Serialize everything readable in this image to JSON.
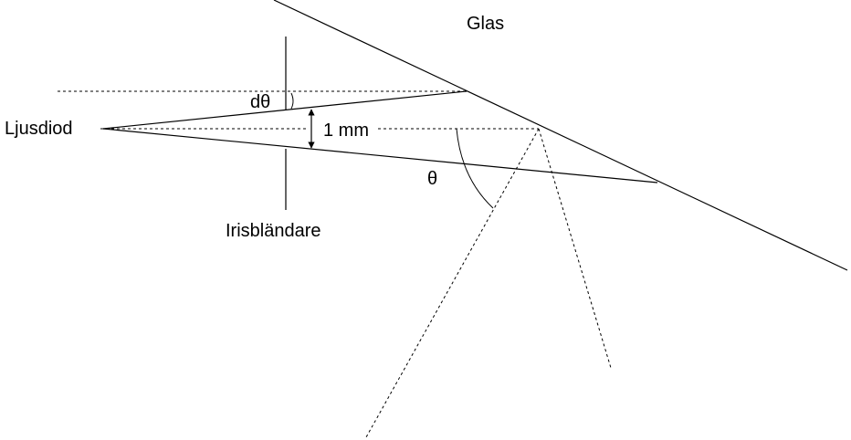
{
  "labels": {
    "glass": "Glas",
    "led": "Ljusdiod",
    "iris": "Irisbländare",
    "dtheta": "dθ",
    "distance": "1 mm",
    "theta": "θ"
  },
  "colors": {
    "stroke": "#000000",
    "background": "#ffffff"
  }
}
